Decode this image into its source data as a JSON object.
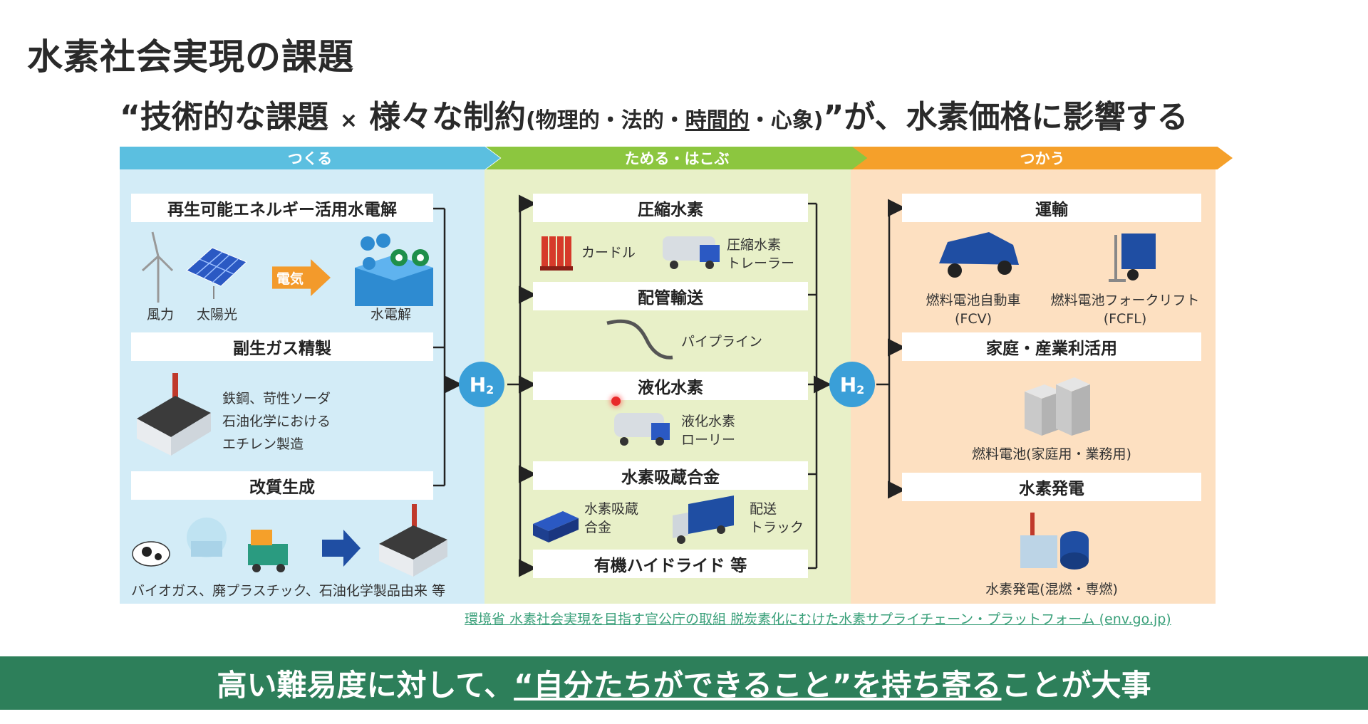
{
  "slide": {
    "title": "水素社会実現の課題",
    "subtitle": {
      "quote_open": "“",
      "part1": "技術的な課題",
      "cross": "×",
      "part2": "様々な制約",
      "paren": "(物理的・法的・",
      "paren_underlined": "時間的",
      "paren_end": "・心象)",
      "part3": "”が、水素価格に影響する"
    }
  },
  "stages": {
    "make": "つくる",
    "store": "ためる・はこぶ",
    "use": "つかう"
  },
  "make": {
    "cat1": "再生可能エネルギー活用水電解",
    "wind": "風力",
    "solar": "太陽光",
    "arrow_label": "電気",
    "electrolysis": "水電解",
    "cat2": "副生ガス精製",
    "byproduct_l1": "鉄鋼、苛性ソーダ",
    "byproduct_l2": "石油化学における",
    "byproduct_l3": "エチレン製造",
    "cat3": "改質生成",
    "reform_caption": "バイオガス、廃プラスチック、石油化学製品由来 等"
  },
  "store": {
    "cat1": "圧縮水素",
    "curdle": "カードル",
    "trailer_l1": "圧縮水素",
    "trailer_l2": "トレーラー",
    "cat2": "配管輸送",
    "pipeline": "パイプライン",
    "cat3": "液化水素",
    "lorry_l1": "液化水素",
    "lorry_l2": "ローリー",
    "cat4": "水素吸蔵合金",
    "alloy_l1": "水素吸蔵",
    "alloy_l2": "合金",
    "truck_l1": "配送",
    "truck_l2": "トラック",
    "cat5": "有機ハイドライド 等"
  },
  "use": {
    "cat1": "運輸",
    "fcv_l1": "燃料電池自動車",
    "fcv_l2": "(FCV)",
    "fcfl_l1": "燃料電池フォークリフト",
    "fcfl_l2": "(FCFL)",
    "cat2": "家庭・産業利活用",
    "fuelcell": "燃料電池(家庭用・業務用)",
    "cat3": "水素発電",
    "power": "水素発電(混燃・専燃)"
  },
  "hydrogen": {
    "h": "H",
    "sub": "2"
  },
  "source": "環境省 水素社会実現を目指す官公庁の取組 脱炭素化にむけた水素サプライチェーン・プラットフォーム (env.go.jp)",
  "bottom_bar": {
    "part1": "高い難易度に対して、",
    "part2": "“自分たちができること”を持ち寄る",
    "part3": "ことが大事"
  },
  "colors": {
    "make_band": "#5bbfe0",
    "store_band": "#8cc63f",
    "use_band": "#f5a02a",
    "bottom_bar": "#2d7f5a",
    "hydrogen_circle": "#3a9fd8"
  }
}
